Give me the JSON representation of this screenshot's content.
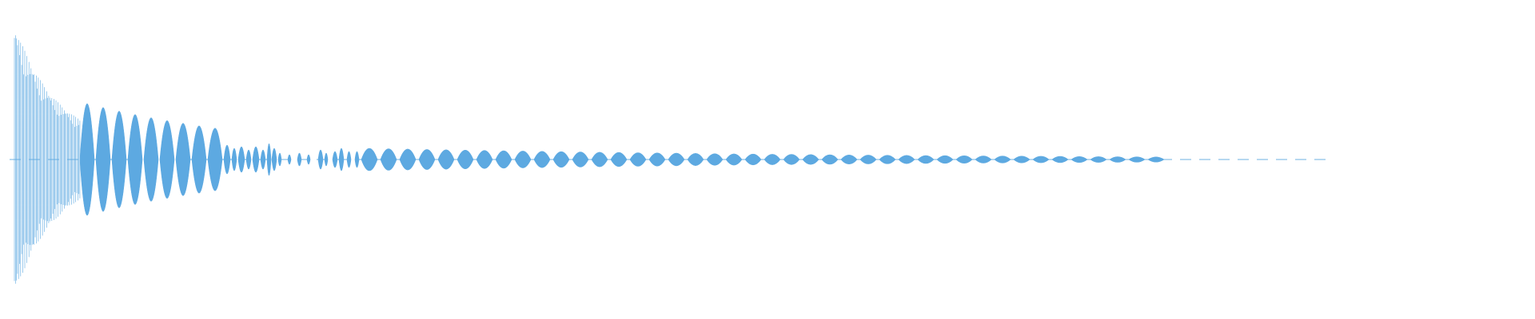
{
  "waveform": {
    "color": "#5DA9E1",
    "background": "#FFFFFF",
    "amplitude_envelope": {
      "initial_peak": 0.95,
      "decay": "exponential",
      "visible_fraction": 0.87
    }
  }
}
